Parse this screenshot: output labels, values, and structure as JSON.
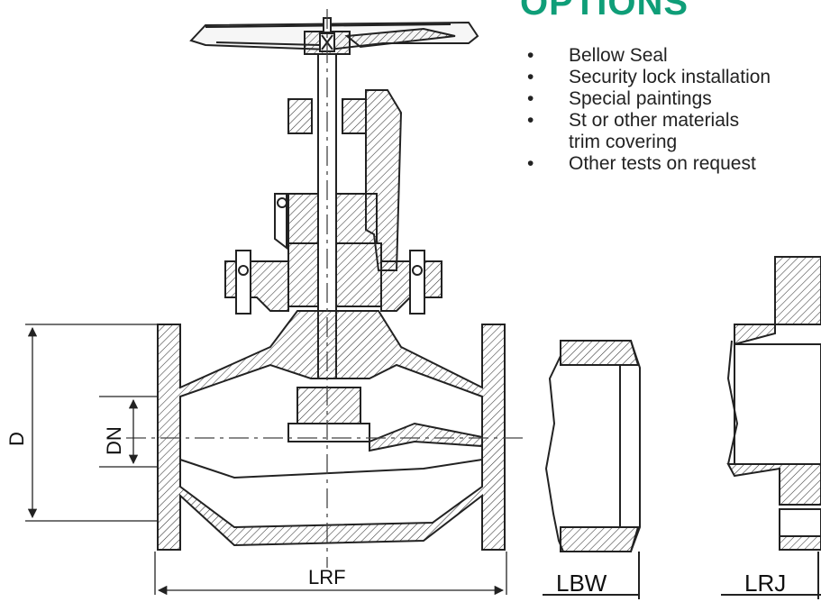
{
  "options": {
    "title": "OPTIONS",
    "items": [
      {
        "text": "Bellow Seal"
      },
      {
        "text": "Security lock installation"
      },
      {
        "text": "Special paintings"
      },
      {
        "text": "St or other materials",
        "continuation": "trim covering"
      },
      {
        "text": "Other tests on request"
      }
    ]
  },
  "dimensions": {
    "d": "D",
    "dn": "DN",
    "lrf": "LRF"
  },
  "end_types": {
    "lbw": "LBW",
    "lrj": "LRJ"
  },
  "colors": {
    "accent": "#0f9e78",
    "line": "#222222",
    "background": "#ffffff"
  }
}
